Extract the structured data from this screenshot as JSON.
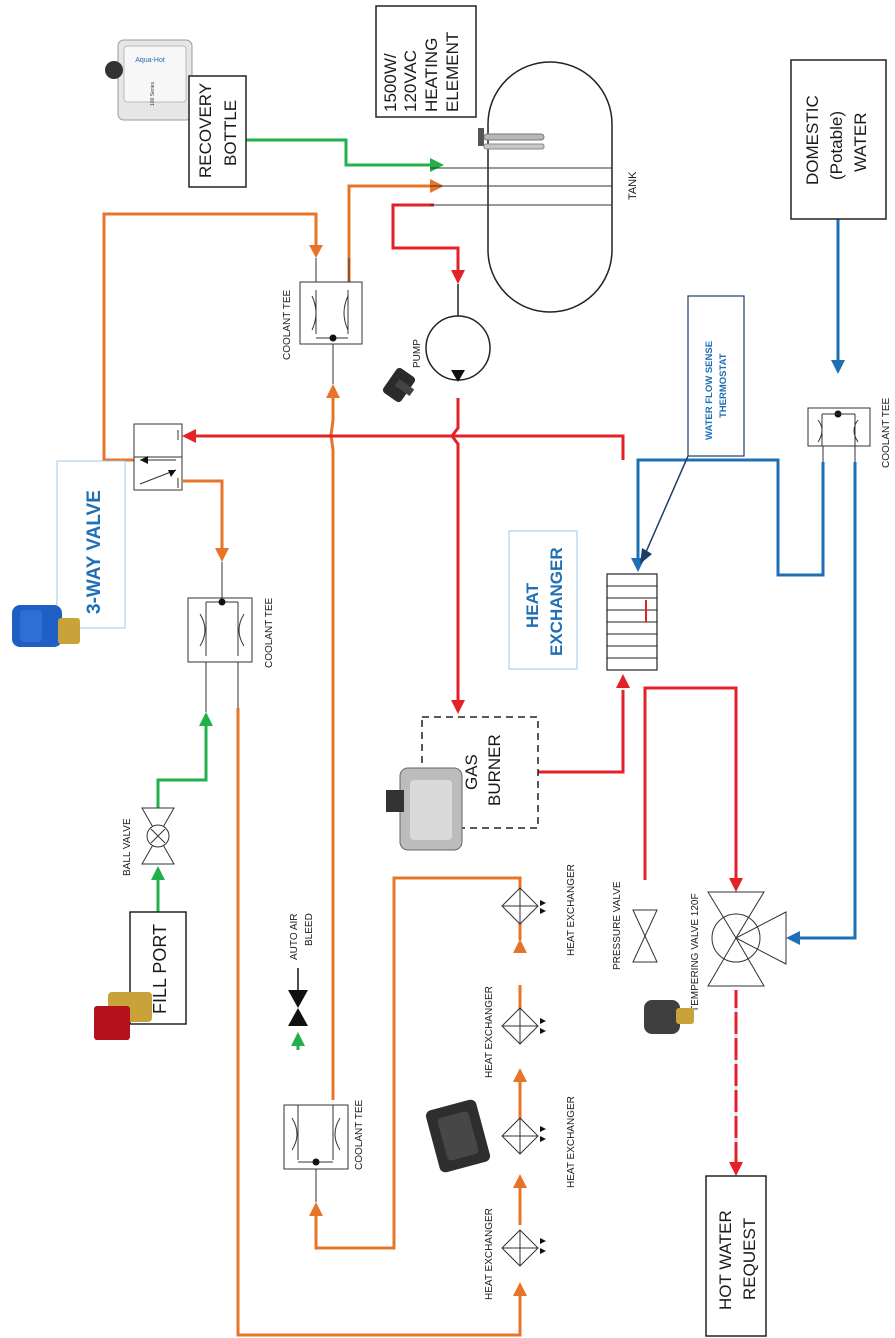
{
  "labels": {
    "heating_element_l1": "1500W/",
    "heating_element_l2": "120VAC",
    "heating_element_l3": "HEATING",
    "heating_element_l4": "ELEMENT",
    "recovery_l1": "RECOVERY",
    "recovery_l2": "BOTTLE",
    "domestic_l1": "DOMESTIC",
    "domestic_l2": "(Potable)",
    "domestic_l3": "WATER",
    "tank": "TANK",
    "pump": "PUMP",
    "coolant_tee": "COOLANT TEE",
    "three_way_valve": "3-WAY VALVE",
    "water_flow_l1": "WATER FLOW SENSE",
    "water_flow_l2": "THERMOSTAT",
    "heat_exchanger_main_l1": "HEAT",
    "heat_exchanger_main_l2": "EXCHANGER",
    "gas_burner_l1": "GAS",
    "gas_burner_l2": "BURNER",
    "ball_valve": "BALL VALVE",
    "fill_port": "FILL PORT",
    "auto_air_bleed_l1": "AUTO AIR",
    "auto_air_bleed_l2": "BLEED",
    "heat_exchanger": "HEAT EXCHANGER",
    "pressure_valve": "PRESSURE VALVE",
    "tempering_valve": "TEMPERING VALVE 120F",
    "hot_water_l1": "HOT WATER",
    "hot_water_l2": "REQUEST",
    "bottle_brand": "Aqua-Hot",
    "bottle_series": "100 Series"
  },
  "colors": {
    "orange": "#e8742a",
    "green": "#22b04b",
    "red": "#e32228",
    "blue": "#1f6fb5",
    "line": "#222222"
  }
}
